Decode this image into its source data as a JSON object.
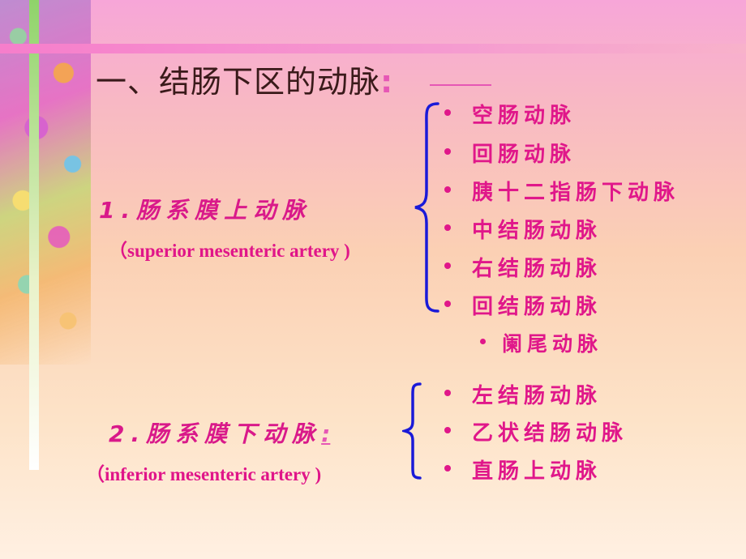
{
  "slide": {
    "title": "一、结肠下区的动脉",
    "title_colon": ":",
    "groups": [
      {
        "label": "1.肠系膜上动脉",
        "colon": "",
        "english": "（superior mesenteric artery )",
        "branches": [
          "空肠动脉",
          "回肠动脉",
          "胰十二指肠下动脉",
          "中结肠动脉",
          "右结肠动脉",
          "回结肠动脉",
          "阑尾动脉"
        ]
      },
      {
        "label": "2.肠系膜下动脉",
        "colon": ":",
        "english": "（inferior mesenteric artery )",
        "branches": [
          "左结肠动脉",
          "乙状结肠动脉",
          "直肠上动脉"
        ]
      }
    ],
    "colors": {
      "accent": "#e0178a",
      "brace": "#1a1ad8",
      "title": "#3a1a1a"
    }
  }
}
